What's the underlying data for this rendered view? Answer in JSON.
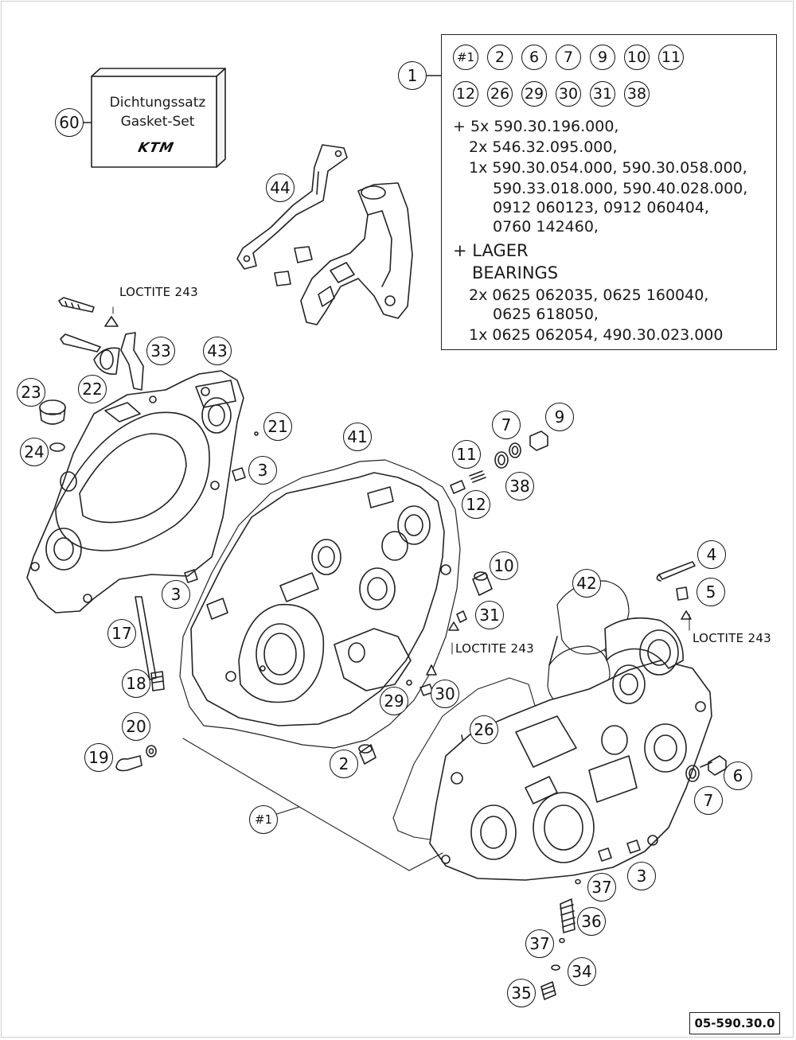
{
  "kit": {
    "callout": "1",
    "contents_row1": [
      "#1",
      "2",
      "6",
      "7",
      "9",
      "10",
      "11"
    ],
    "contents_row2": [
      "12",
      "26",
      "29",
      "30",
      "31",
      "38"
    ],
    "lines": [
      "+ 5x 590.30.196.000,",
      "2x 546.32.095.000,",
      "1x 590.30.054.000, 590.30.058.000,",
      "590.33.018.000, 590.40.028.000,",
      "0912 060123, 0912 060404,",
      "0760 142460,",
      "+ LAGER",
      "BEARINGS",
      "2x 0625 062035, 0625 160040,",
      "0625 618050,",
      "1x 0625 062054, 490.30.023.000"
    ]
  },
  "gasket_set": {
    "callout": "60",
    "line1": "Dichtungssatz",
    "line2": "Gasket-Set",
    "logo": "KTM"
  },
  "callouts": {
    "c44": "44",
    "c33": "33",
    "c22": "22",
    "c23": "23",
    "c24": "24",
    "c43": "43",
    "c21": "21",
    "c3a": "3",
    "c3b": "3",
    "c17": "17",
    "c18": "18",
    "c20": "20",
    "c19": "19",
    "c41": "41",
    "c2": "2",
    "c1main": "#1",
    "c29": "29",
    "c30": "30",
    "c26": "26",
    "c31": "31",
    "c10": "10",
    "c11": "11",
    "c7a": "7",
    "c9": "9",
    "c38": "38",
    "c12": "12",
    "c4": "4",
    "c5": "5",
    "c42": "42",
    "c6": "6",
    "c7b": "7",
    "c3c": "3",
    "c37a": "37",
    "c36": "36",
    "c37b": "37",
    "c34": "34",
    "c35": "35"
  },
  "loctite": {
    "label1": "LOCTITE 243",
    "label2": "LOCTITE 243",
    "label3": "LOCTITE 243"
  },
  "drawing_code": "05-590.30.0"
}
